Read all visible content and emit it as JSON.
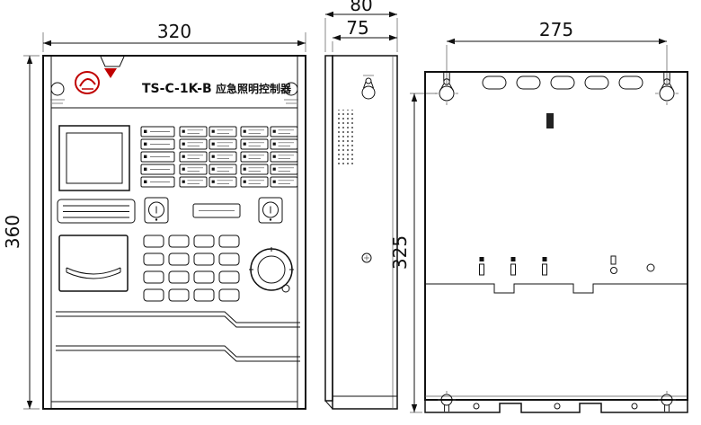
{
  "front_view": {
    "dim_width": "320",
    "dim_height": "360",
    "model": "TS-C-1K-B",
    "product_name": "应急照明控制器"
  },
  "side_view": {
    "dim_depth_overall": "80",
    "dim_depth_box": "75"
  },
  "back_view": {
    "dim_width": "275",
    "dim_height": "325"
  },
  "colors": {
    "logo_red": "#c00000",
    "line": "#111111"
  }
}
